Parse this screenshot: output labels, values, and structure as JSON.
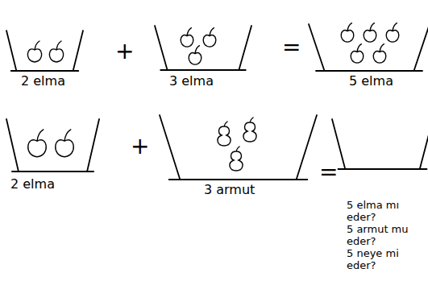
{
  "diagram": {
    "nodes": [
      {
        "text": [
          "2 elma"
        ]
      },
      {
        "text": [
          "3 elma"
        ]
      },
      {
        "text": [
          "5 elma"
        ]
      },
      {
        "text": [
          "2 elma"
        ]
      },
      {
        "text": [
          "3 armut"
        ]
      },
      {
        "text": [
          "5 elma mı eder?",
          "5 armut mu eder?",
          "5 neye mi eder?"
        ]
      }
    ],
    "labels": [
      "+",
      "=",
      "+",
      "="
    ]
  }
}
